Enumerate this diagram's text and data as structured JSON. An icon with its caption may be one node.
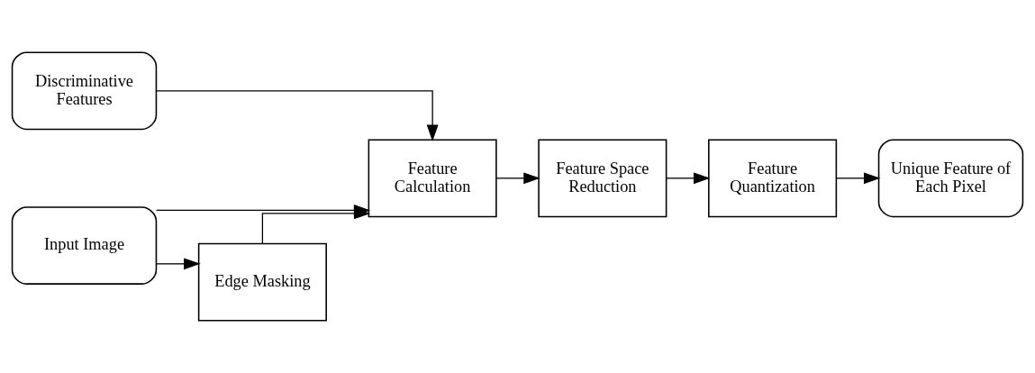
{
  "diagram": {
    "nodes": [
      {
        "text": [
          "Discriminative Features"
        ]
      },
      {
        "text": [
          "Input Image"
        ]
      },
      {
        "text": [
          "Feature Calculation"
        ]
      },
      {
        "text": [
          "Feature Space Reduction"
        ]
      },
      {
        "text": [
          "Feature Quantization"
        ]
      },
      {
        "text": [
          "Unique Feature of Each Pixel"
        ]
      },
      {
        "text": [
          "Edge Masking"
        ]
      }
    ],
    "edges": [
      {
        "from": 0,
        "to": 2,
        "arrow": "to"
      },
      {
        "from": 1,
        "to": 2,
        "arrow": "to"
      },
      {
        "from": 2,
        "to": 3,
        "arrow": "to"
      },
      {
        "from": 3,
        "to": 4,
        "arrow": "to"
      },
      {
        "from": 4,
        "to": 5,
        "arrow": "to"
      },
      {
        "from": 1,
        "to": 6,
        "arrow": "to"
      },
      {
        "from": 6,
        "to": 2,
        "arrow": "to"
      }
    ]
  }
}
